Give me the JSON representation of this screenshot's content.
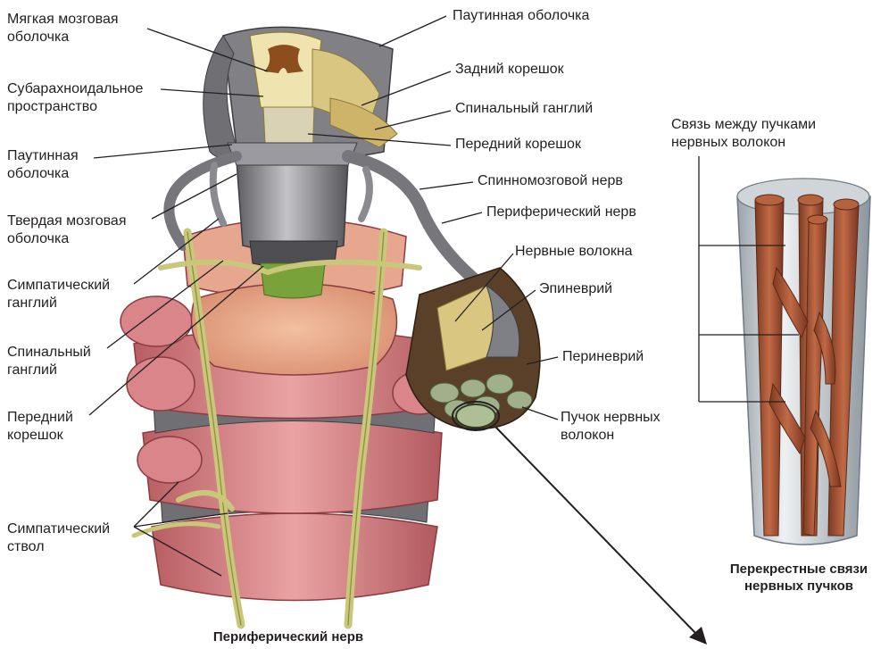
{
  "colors": {
    "disc": "#d9868a",
    "disc_dark": "#b0595e",
    "cord": "#e8a888",
    "dura": "#8e8e92",
    "nerve": "#c9c77a",
    "nerve_dark": "#8c8a3e",
    "fascicle": "#9fb08a",
    "fiber": "#a9573a",
    "sheath": "#d8dcdf",
    "line": "#231f20"
  },
  "labels_left": {
    "pia": [
      "Мягкая мозговая",
      "оболочка"
    ],
    "subarachnoid": [
      "Субарахноидальное",
      "пространство"
    ],
    "arachnoid": [
      "Паутинная",
      "оболочка"
    ],
    "dura": [
      "Твердая мозговая",
      "оболочка"
    ],
    "symp_ganglion": [
      "Симпатический",
      "ганглий"
    ],
    "spinal_ganglion": [
      "Спинальный",
      "ганглий"
    ],
    "anterior_root": [
      "Передний",
      "корешок"
    ],
    "symp_trunk": [
      "Симпатический",
      "ствол"
    ]
  },
  "labels_right": {
    "arachnoid": "Паутинная оболочка",
    "posterior_root": "Задний корешок",
    "spinal_ganglion": "Спинальный ганглий",
    "anterior_root": "Передний корешок",
    "spinal_nerve": "Спинномозговой нерв",
    "peripheral_nerve": "Периферический нерв",
    "nerve_fibers": "Нервные волокна",
    "epineurium": "Эпиневрий",
    "perineurium": "Периневрий",
    "fascicle": [
      "Пучок нервных",
      "волокон"
    ]
  },
  "labels_inset": {
    "fiber_links": [
      "Связь между пучками",
      "нервных волокон"
    ]
  },
  "captions": {
    "main": "Периферический нерв",
    "inset": [
      "Перекрестные связи",
      "нервных пучков"
    ]
  }
}
